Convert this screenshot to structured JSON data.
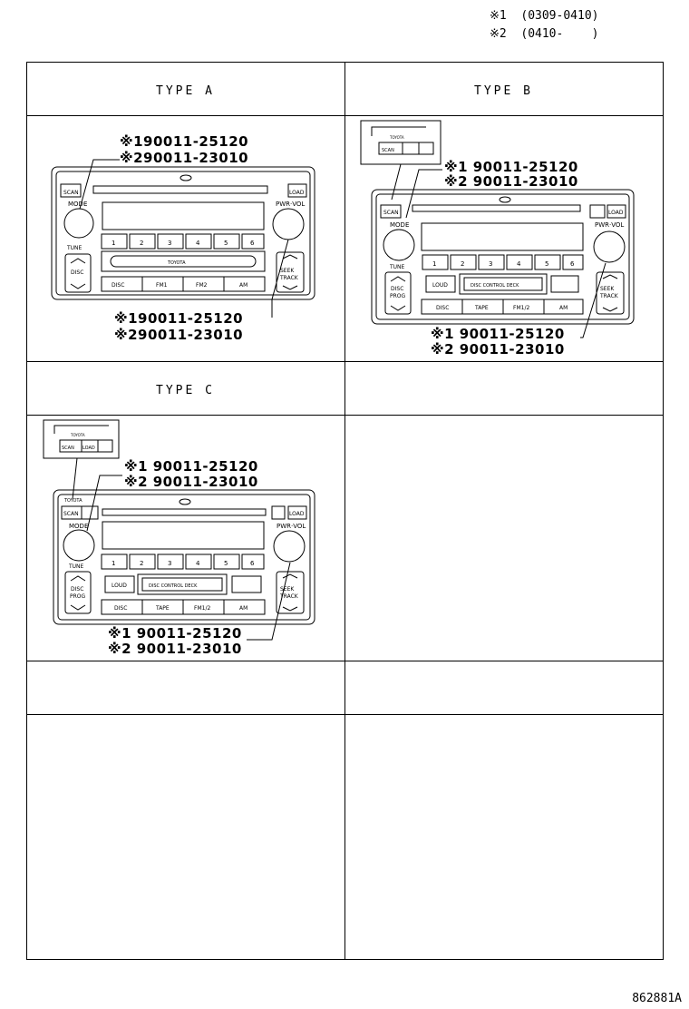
{
  "legend": {
    "l1": "※1  (0309-0410)",
    "l2": "※2  (0410-    )"
  },
  "headers": {
    "a": "TYPE  A",
    "b": "TYPE  B",
    "c": "TYPE  C"
  },
  "parts": {
    "a_top1": "※190011-25120",
    "a_top2": "※290011-23010",
    "a_bot1": "※190011-25120",
    "a_bot2": "※290011-23010",
    "b_top1": "※1 90011-25120",
    "b_top2": "※2 90011-23010",
    "b_bot1": "※1 90011-25120",
    "b_bot2": "※2 90011-23010",
    "c_top1": "※1 90011-25120",
    "c_top2": "※2 90011-23010",
    "c_bot1": "※1 90011-25120",
    "c_bot2": "※2 90011-23010"
  },
  "radio_labels": {
    "scan": "SCAN",
    "mode": "MODE",
    "pwr_vol": "PWR·VOL",
    "tune": "TUNE",
    "disc": "DISC",
    "seek": "SEEK",
    "track": "TRACK",
    "toyota": "TOYOTA",
    "fm1": "FM1",
    "fm2": "FM2",
    "am": "AM",
    "load": "LOAD",
    "cd_load": "LOAD",
    "tape": "TAPE",
    "fm12": "FM1/2",
    "loud": "LOUD",
    "prog": "PROG",
    "disc_controlled": "DISC CONTROL DECK",
    "presets": [
      "1",
      "2",
      "3",
      "4",
      "5",
      "6"
    ]
  },
  "figure_code": "862881A"
}
